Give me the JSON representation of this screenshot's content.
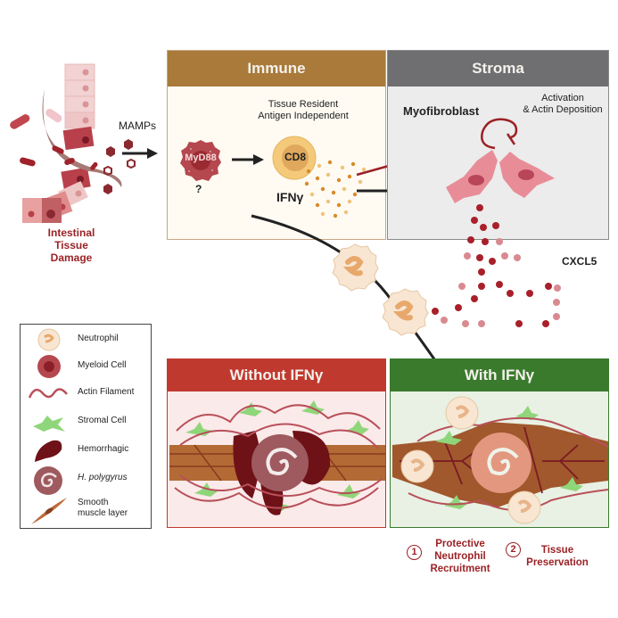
{
  "damage": {
    "label_line1": "Intestinal",
    "label_line2": "Tissue",
    "label_line3": "Damage",
    "mamps_label": "MAMPs"
  },
  "immune_panel": {
    "title": "Immune",
    "subtitle_line1": "Tissue Resident",
    "subtitle_line2": "Antigen Independent",
    "myd88_label": "MyD88",
    "question_label": "?",
    "cd8_label": "CD8",
    "ifng_label": "IFNγ"
  },
  "stroma_panel": {
    "title": "Stroma",
    "myofibroblast_label": "Myofibroblast",
    "activation_line1": "Activation",
    "activation_line2": "& Actin Deposition"
  },
  "cxcl5_label": "CXCL5",
  "legend": {
    "items": [
      {
        "label": "Neutrophil",
        "icon": "neutrophil-icon"
      },
      {
        "label": "Myeloid Cell",
        "icon": "myeloid-cell-icon"
      },
      {
        "label": "Actin Filament",
        "icon": "actin-filament-icon"
      },
      {
        "label": "Stromal Cell",
        "icon": "stromal-cell-icon"
      },
      {
        "label": "Hemorrhagic",
        "icon": "hemorrhagic-icon"
      },
      {
        "label": "H. polygyrus",
        "icon": "h-polygyrus-icon"
      },
      {
        "label_line1": "Smooth",
        "label_line2": "muscle layer",
        "icon": "smooth-muscle-icon"
      }
    ]
  },
  "without_panel": {
    "title": "Without IFNγ"
  },
  "with_panel": {
    "title": "With IFNγ"
  },
  "outcomes": [
    {
      "number": "1",
      "line1": "Protective",
      "line2": "Neutrophil",
      "line3": "Recruitment"
    },
    {
      "number": "2",
      "line1": "Tissue",
      "line2": "Preservation"
    }
  ],
  "colors": {
    "immune_header": "#a97a3a",
    "stroma_header": "#6f6f71",
    "without_header": "#c0392f",
    "with_header": "#3a7a2d",
    "damage_text": "#9b2226",
    "outcome_text": "#9b2226"
  }
}
